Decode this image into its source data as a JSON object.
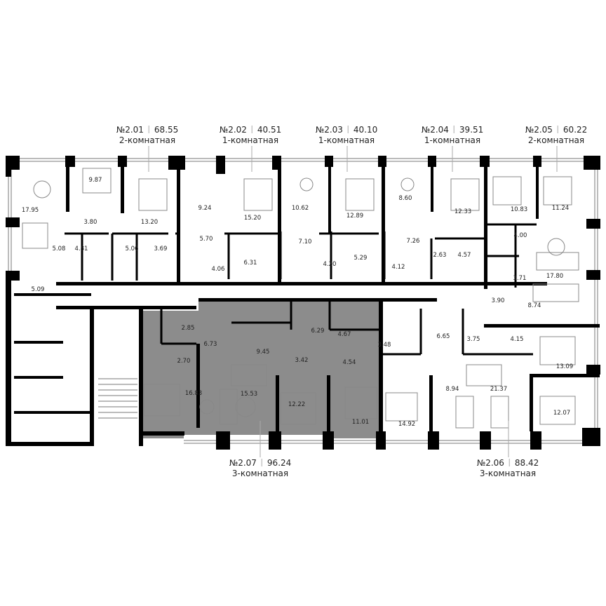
{
  "apartments": [
    {
      "number": "№2.01",
      "area": "68.55",
      "type": "2-комнатная"
    },
    {
      "number": "№2.02",
      "area": "40.51",
      "type": "1-комнатная"
    },
    {
      "number": "№2.03",
      "area": "40.10",
      "type": "1-комнатная"
    },
    {
      "number": "№2.04",
      "area": "39.51",
      "type": "1-комнатная"
    },
    {
      "number": "№2.05",
      "area": "60.22",
      "type": "2-комнатная"
    },
    {
      "number": "№2.06",
      "area": "88.42",
      "type": "3-комнатная"
    },
    {
      "number": "№2.07",
      "area": "96.24",
      "type": "3-комнатная"
    }
  ],
  "highlighted_apartment": "№2.07",
  "colors": {
    "wall": "#000000",
    "highlight": "#8c8c8c",
    "line": "#555555"
  },
  "rooms": [
    "17.95",
    "9.87",
    "13.20",
    "3.80",
    "5.08",
    "4.81",
    "5.06",
    "3.69",
    "5.09",
    "9.24",
    "5.70",
    "15.20",
    "4.06",
    "6.31",
    "10.62",
    "7.10",
    "12.89",
    "4.20",
    "5.29",
    "8.60",
    "7.26",
    "12.33",
    "4.12",
    "2.63",
    "4.57",
    "10.83",
    "11.24",
    "4.00",
    "3.71",
    "17.80",
    "3.90",
    "8.74",
    "2.85",
    "6.73",
    "2.70",
    "9.45",
    "3.42",
    "6.29",
    "4.67",
    "4.54",
    "16.83",
    "15.53",
    "12.22",
    "11.01",
    "3.48",
    "6.65",
    "3.75",
    "4.15",
    "8.94",
    "21.37",
    "13.09",
    "12.07",
    "14.92"
  ]
}
